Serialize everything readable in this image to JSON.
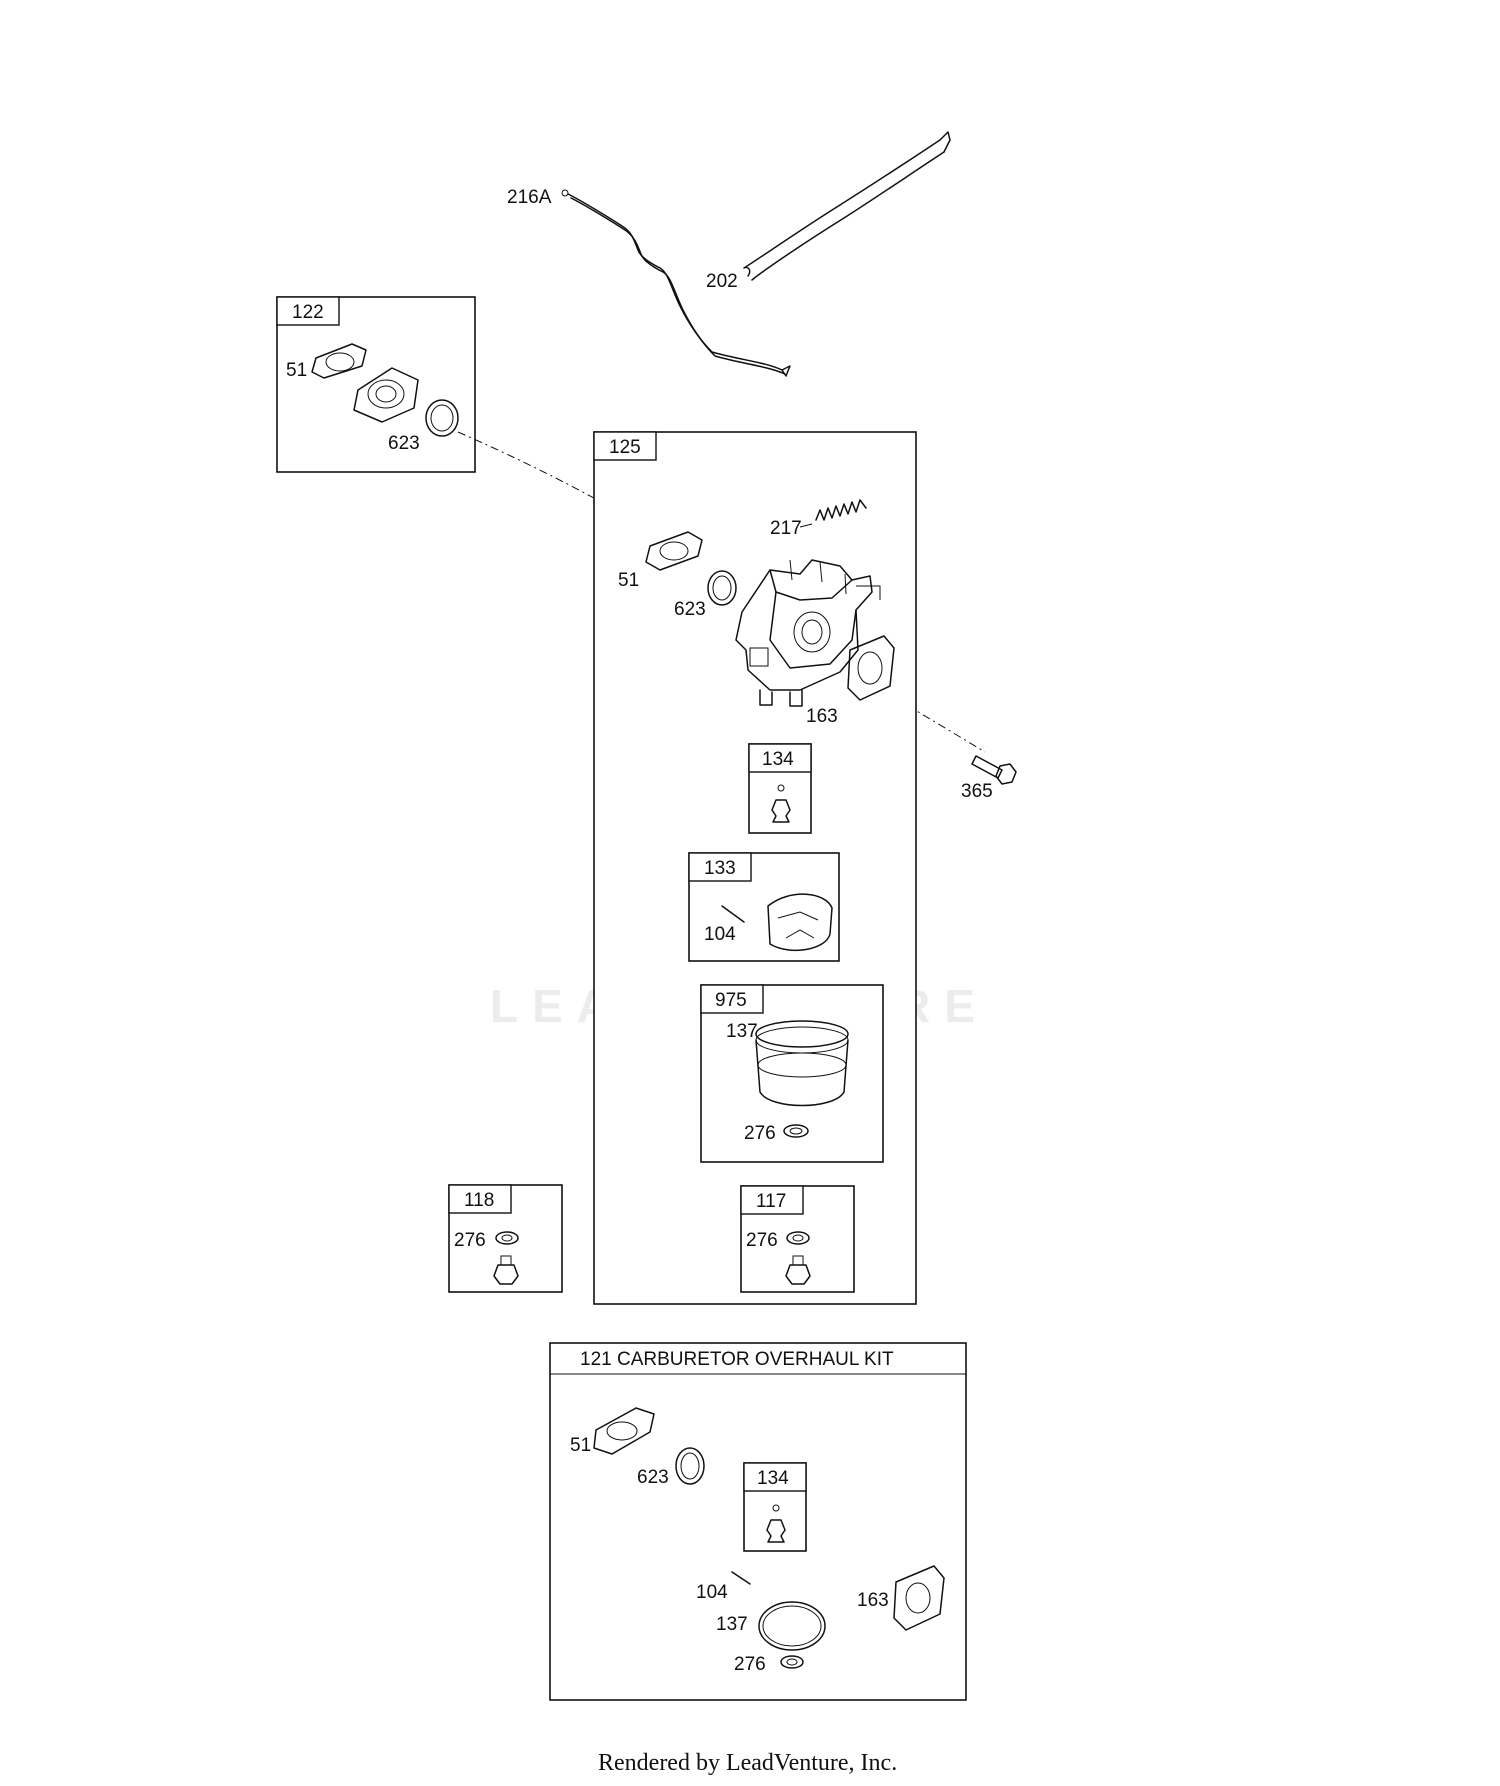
{
  "watermark": {
    "text": "LEADVENTURE"
  },
  "rods": {
    "label_216A": "216A",
    "label_202": "202"
  },
  "box_122": {
    "title": "122",
    "label_51": "51",
    "label_623": "623"
  },
  "box_125": {
    "title": "125",
    "label_217": "217",
    "label_51": "51",
    "label_623": "623",
    "label_163": "163",
    "box_134": {
      "title": "134"
    },
    "box_133": {
      "title": "133",
      "label_104": "104"
    },
    "box_975": {
      "title": "975",
      "label_137": "137",
      "label_276": "276"
    },
    "box_117": {
      "title": "117",
      "label_276": "276"
    }
  },
  "label_365": "365",
  "box_118": {
    "title": "118",
    "label_276": "276"
  },
  "kit_121": {
    "title": "121 CARBURETOR OVERHAUL KIT",
    "label_51": "51",
    "label_623": "623",
    "box_134": {
      "title": "134"
    },
    "label_104": "104",
    "label_137": "137",
    "label_163": "163",
    "label_276": "276"
  },
  "footer": {
    "text": "Rendered by LeadVenture, Inc."
  }
}
